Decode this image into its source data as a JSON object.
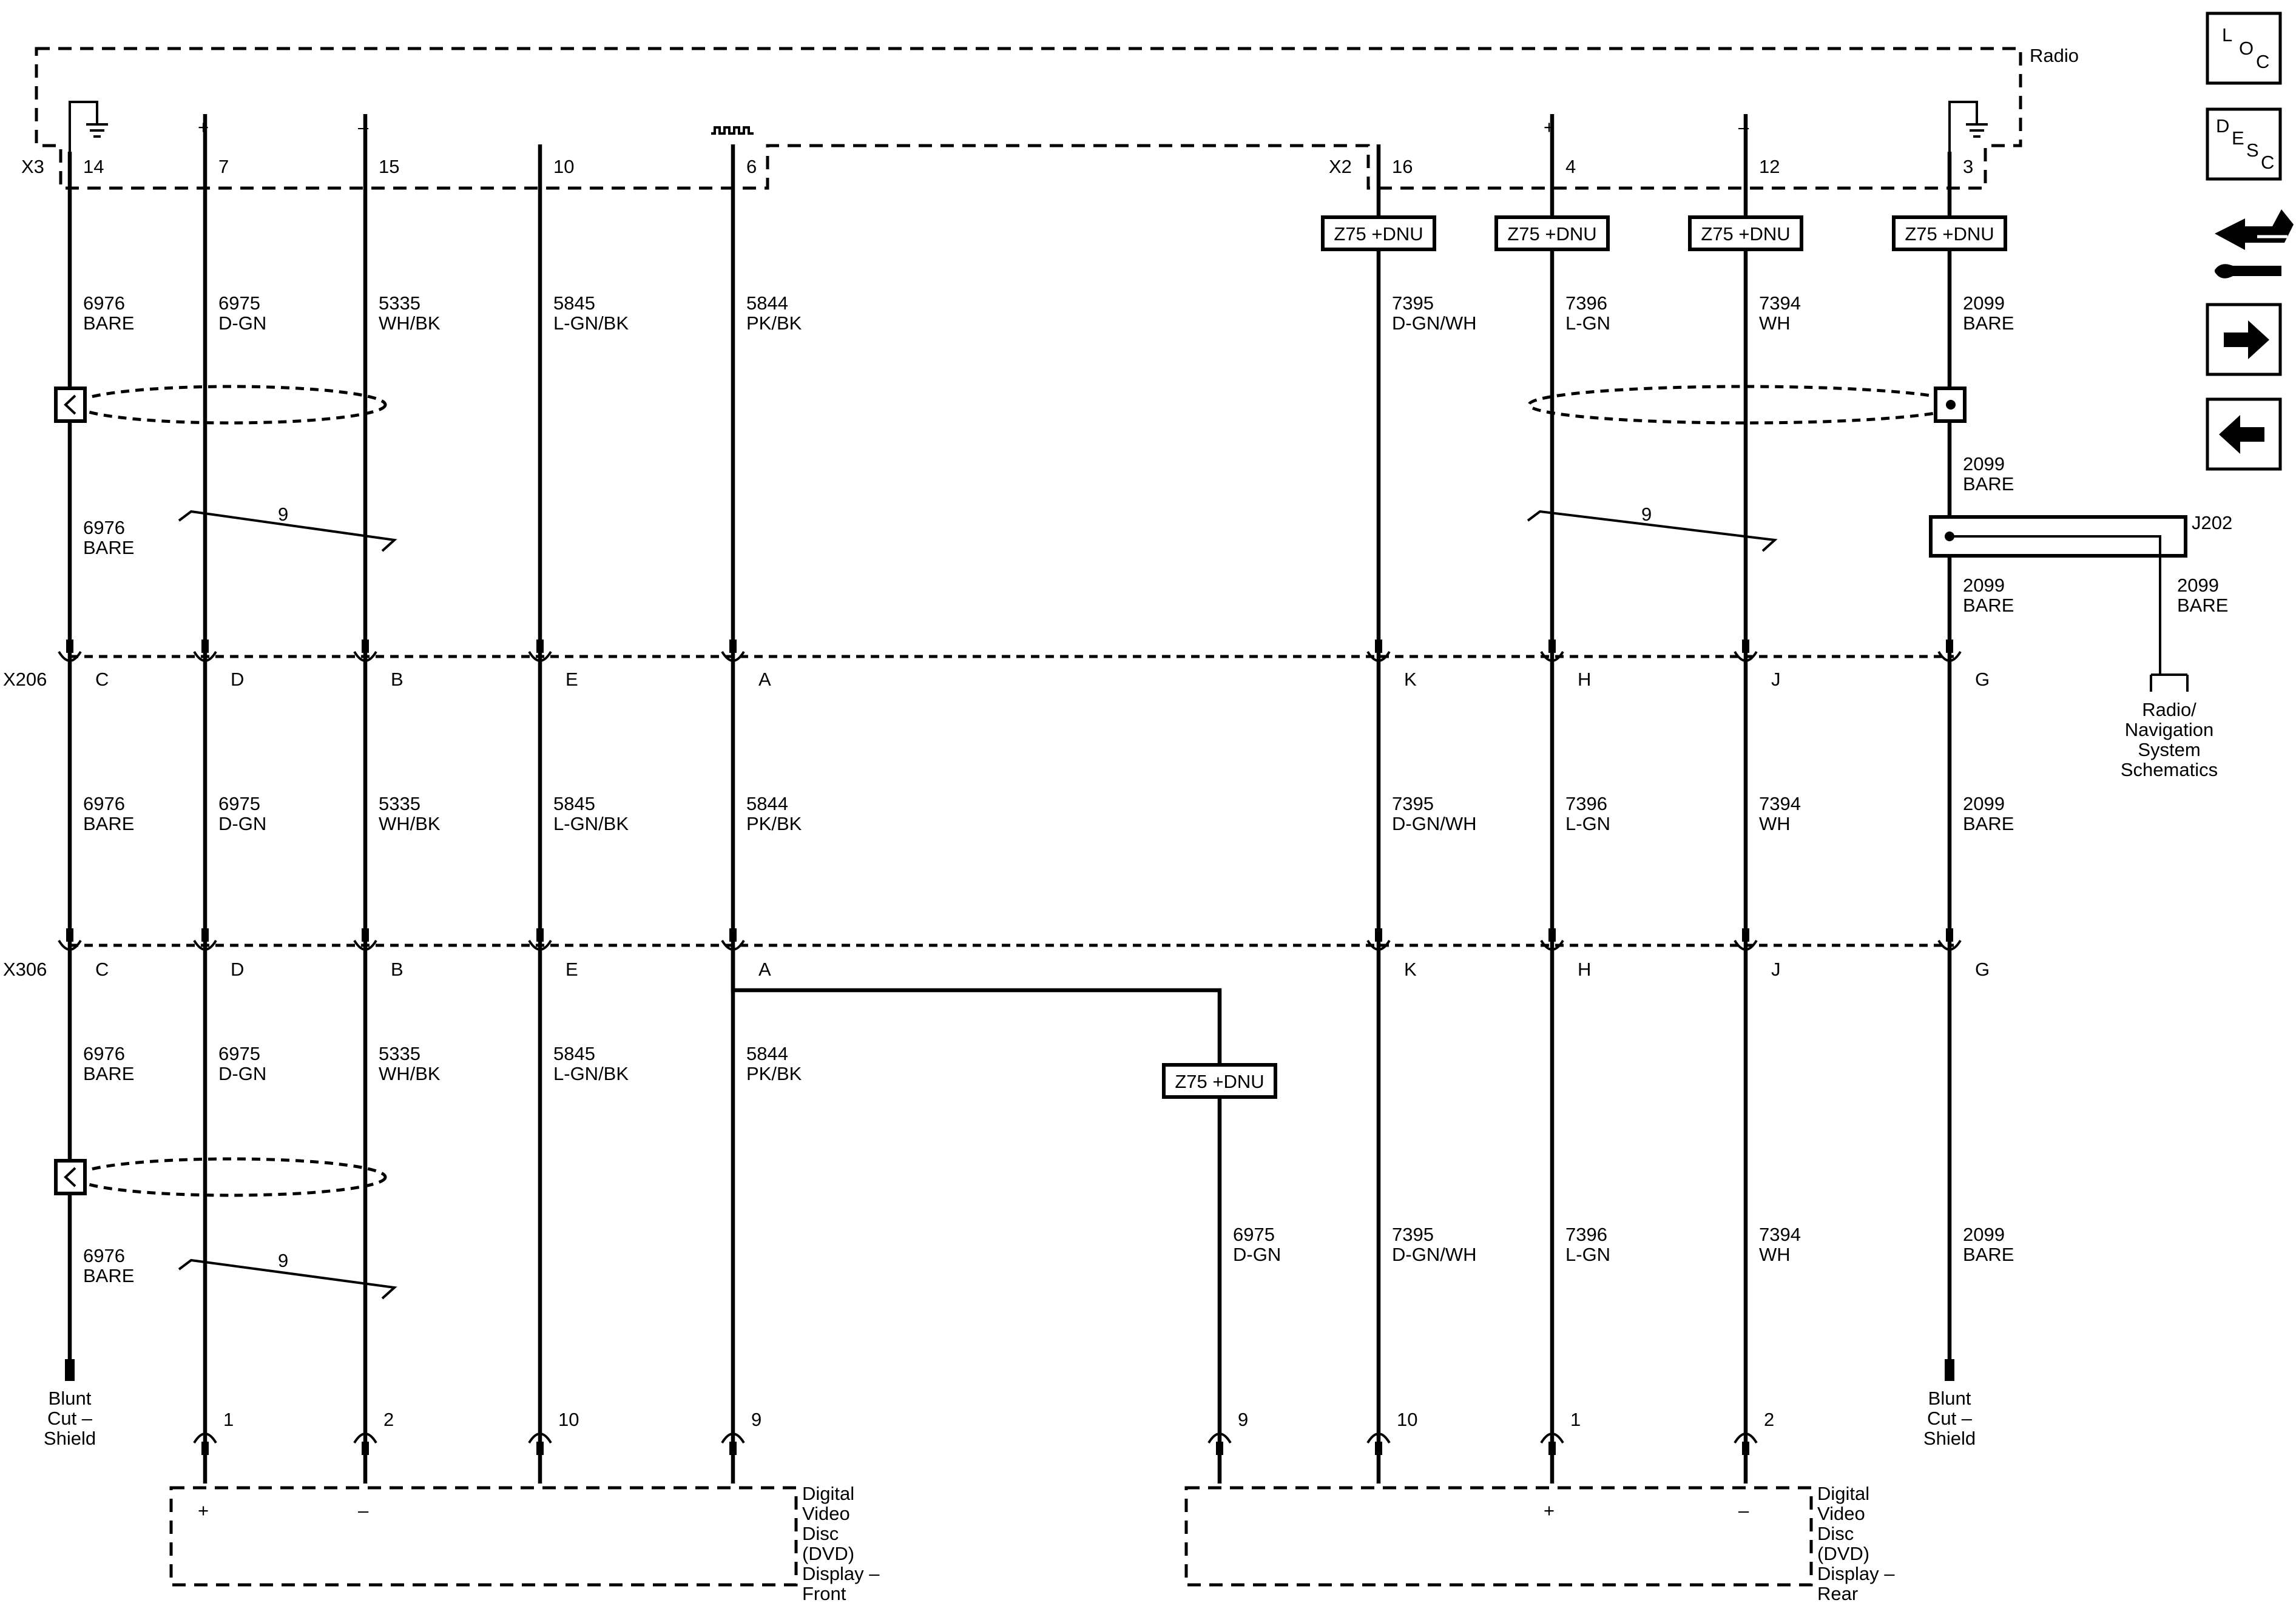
{
  "modules": {
    "radio": "Radio",
    "dvd_front": [
      "Digital",
      "Video",
      "Disc",
      "(DVD)",
      "Display –",
      "Front"
    ],
    "dvd_rear": [
      "Digital",
      "Video",
      "Disc",
      "(DVD)",
      "Display –",
      "Rear"
    ],
    "radio_nav_link": [
      "Radio/",
      "Navigation",
      "System",
      "Schematics"
    ],
    "blunt_cut": [
      "Blunt",
      "Cut –",
      "Shield"
    ]
  },
  "connectors": {
    "x3": "X3",
    "x2": "X2",
    "x206": "X206",
    "x306": "X306",
    "j202": "J202"
  },
  "option_code": "Z75 +DNU",
  "twist_count": "9",
  "plus": "+",
  "minus": "–",
  "wires": [
    {
      "id": "w14",
      "x3pin": "14",
      "circuit": "6976",
      "color": "BARE",
      "x206": "C",
      "x306": "C",
      "dvd_pin": ""
    },
    {
      "id": "w7",
      "x3pin": "7",
      "circuit": "6975",
      "color": "D-GN",
      "x206": "D",
      "x306": "D",
      "dvd_pin": "1"
    },
    {
      "id": "w15",
      "x3pin": "15",
      "circuit": "5335",
      "color": "WH/BK",
      "x206": "B",
      "x306": "B",
      "dvd_pin": "2"
    },
    {
      "id": "w10",
      "x3pin": "10",
      "circuit": "5845",
      "color": "L-GN/BK",
      "x206": "E",
      "x306": "E",
      "dvd_pin": "10"
    },
    {
      "id": "w6",
      "x3pin": "6",
      "circuit": "5844",
      "color": "PK/BK",
      "x206": "A",
      "x306": "A",
      "dvd_pin": "9"
    },
    {
      "id": "w16",
      "x2pin": "16",
      "circuit": "7395",
      "color": "D-GN/WH",
      "x206": "K",
      "x306": "K",
      "dvd_pin": "10"
    },
    {
      "id": "w4",
      "x2pin": "4",
      "circuit": "7396",
      "color": "L-GN",
      "x206": "H",
      "x306": "H",
      "dvd_pin": "1"
    },
    {
      "id": "w12",
      "x2pin": "12",
      "circuit": "7394",
      "color": "WH",
      "x206": "J",
      "x306": "J",
      "dvd_pin": "2"
    },
    {
      "id": "w3",
      "x2pin": "3",
      "circuit": "2099",
      "color": "BARE",
      "x206": "G",
      "x306": "G",
      "dvd_pin": ""
    }
  ],
  "branch": {
    "circuit": "6975",
    "color": "D-GN",
    "dvd_pin": "9"
  },
  "j202_out": {
    "circuit": "2099",
    "color": "BARE"
  },
  "nav_buttons": {
    "loc": [
      "L",
      "O",
      "C"
    ],
    "desc": [
      "D",
      "E",
      "S",
      "C"
    ]
  }
}
